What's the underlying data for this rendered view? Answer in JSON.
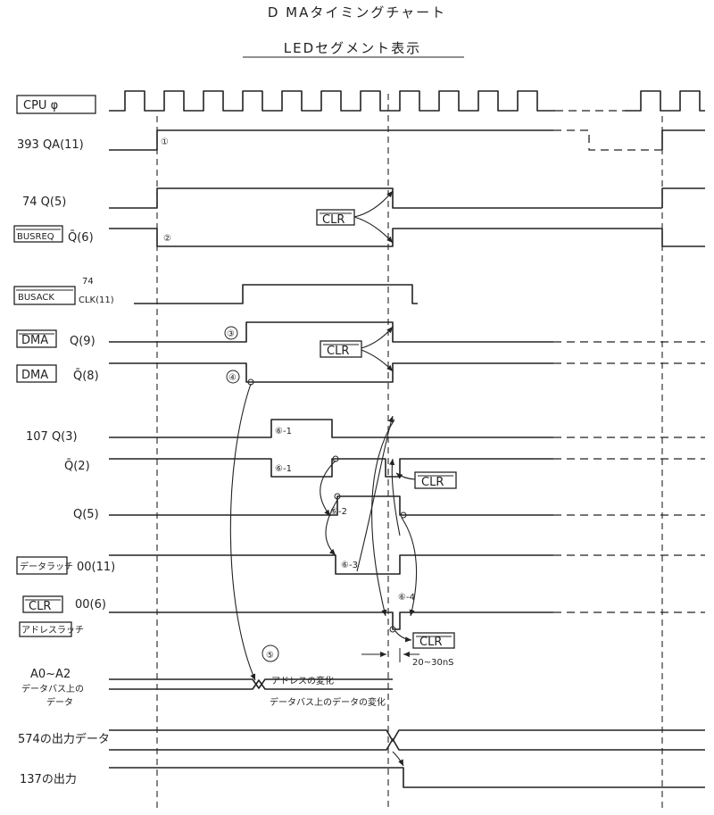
{
  "title": "D MAタイミングチャート",
  "subtitle": "LEDセグメント表示",
  "signals": {
    "cpu": "CPU φ",
    "qa393": "393 QA(11)",
    "q74": "74 Q(5)",
    "busreq_box": "BUSREQ",
    "busreq_pin": "Q̄(6)",
    "busack_box": "BUSACK",
    "busack_pin_top": "74",
    "busack_pin_bottom": "CLK(11)",
    "dma_box": "DMA",
    "dma_q_pin": "Q(9)",
    "dmabar_box": "DMA",
    "dmabar_pin": "Q̄(8)",
    "q107": "107 Q(3)",
    "qbar2": "Q̄(2)",
    "q5": "Q(5)",
    "datalatch_box": "データラッチ",
    "datalatch_pin": "00(11)",
    "clr_box": "CLR",
    "clr_pin": "00(6)",
    "addrlatch_box": "アドレスラッチ",
    "a0a2_line1": "A0~A2",
    "a0a2_line2": "データバス上の",
    "a0a2_line3": "データ",
    "out574": "574の出力データ",
    "out137": "137の出力"
  },
  "annotations": {
    "n1": "①",
    "n2": "②",
    "n3": "③",
    "n4": "④",
    "n5": "⑤",
    "n61a": "⑥-1",
    "n61b": "⑥-1",
    "n62": "⑥-2",
    "n63": "⑥-3",
    "n64": "⑥-4",
    "clr1": "CLR",
    "clr2": "CLR",
    "clr3": "CLR",
    "clr4": "CLR",
    "addr_change": "アドレスの変化",
    "data_change": "データバス上のデータの変化",
    "timing": "20~30nS"
  }
}
